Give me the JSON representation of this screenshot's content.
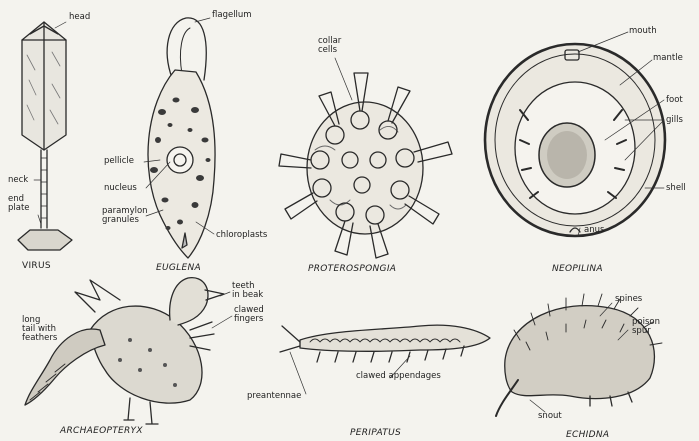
{
  "organisms": {
    "virus": {
      "name": "VIRUS",
      "labels": {
        "head": "head",
        "neck": "neck",
        "end_plate": "end\nplate"
      }
    },
    "euglena": {
      "name": "EUGLENA",
      "labels": {
        "flagellum": "flagellum",
        "pellicle": "pellicle",
        "nucleus": "nucleus",
        "paramylon_granules": "paramylon\ngranules",
        "chloroplasts": "chloroplasts"
      }
    },
    "proterospongia": {
      "name": "PROTEROSPONGIA",
      "labels": {
        "collar_cells": "collar\ncells"
      }
    },
    "neopilina": {
      "name": "NEOPILINA",
      "labels": {
        "mouth": "mouth",
        "mantle": "mantle",
        "foot": "foot",
        "gills": "gills",
        "shell": "shell",
        "anus": "anus"
      }
    },
    "archaeopteryx": {
      "name": "ARCHAEOPTERYX",
      "labels": {
        "teeth_in_beak": "teeth\nin beak",
        "clawed_fingers": "clawed\nfingers",
        "long_tail": "long\ntail with\nfeathers"
      }
    },
    "peripatus": {
      "name": "PERIPATUS",
      "labels": {
        "preantennae": "preantennae",
        "clawed_appendages": "clawed appendages"
      }
    },
    "echidna": {
      "name": "ECHIDNA",
      "labels": {
        "spines": "spines",
        "poison_spur": "poison\nspur",
        "snout": "snout"
      }
    }
  }
}
